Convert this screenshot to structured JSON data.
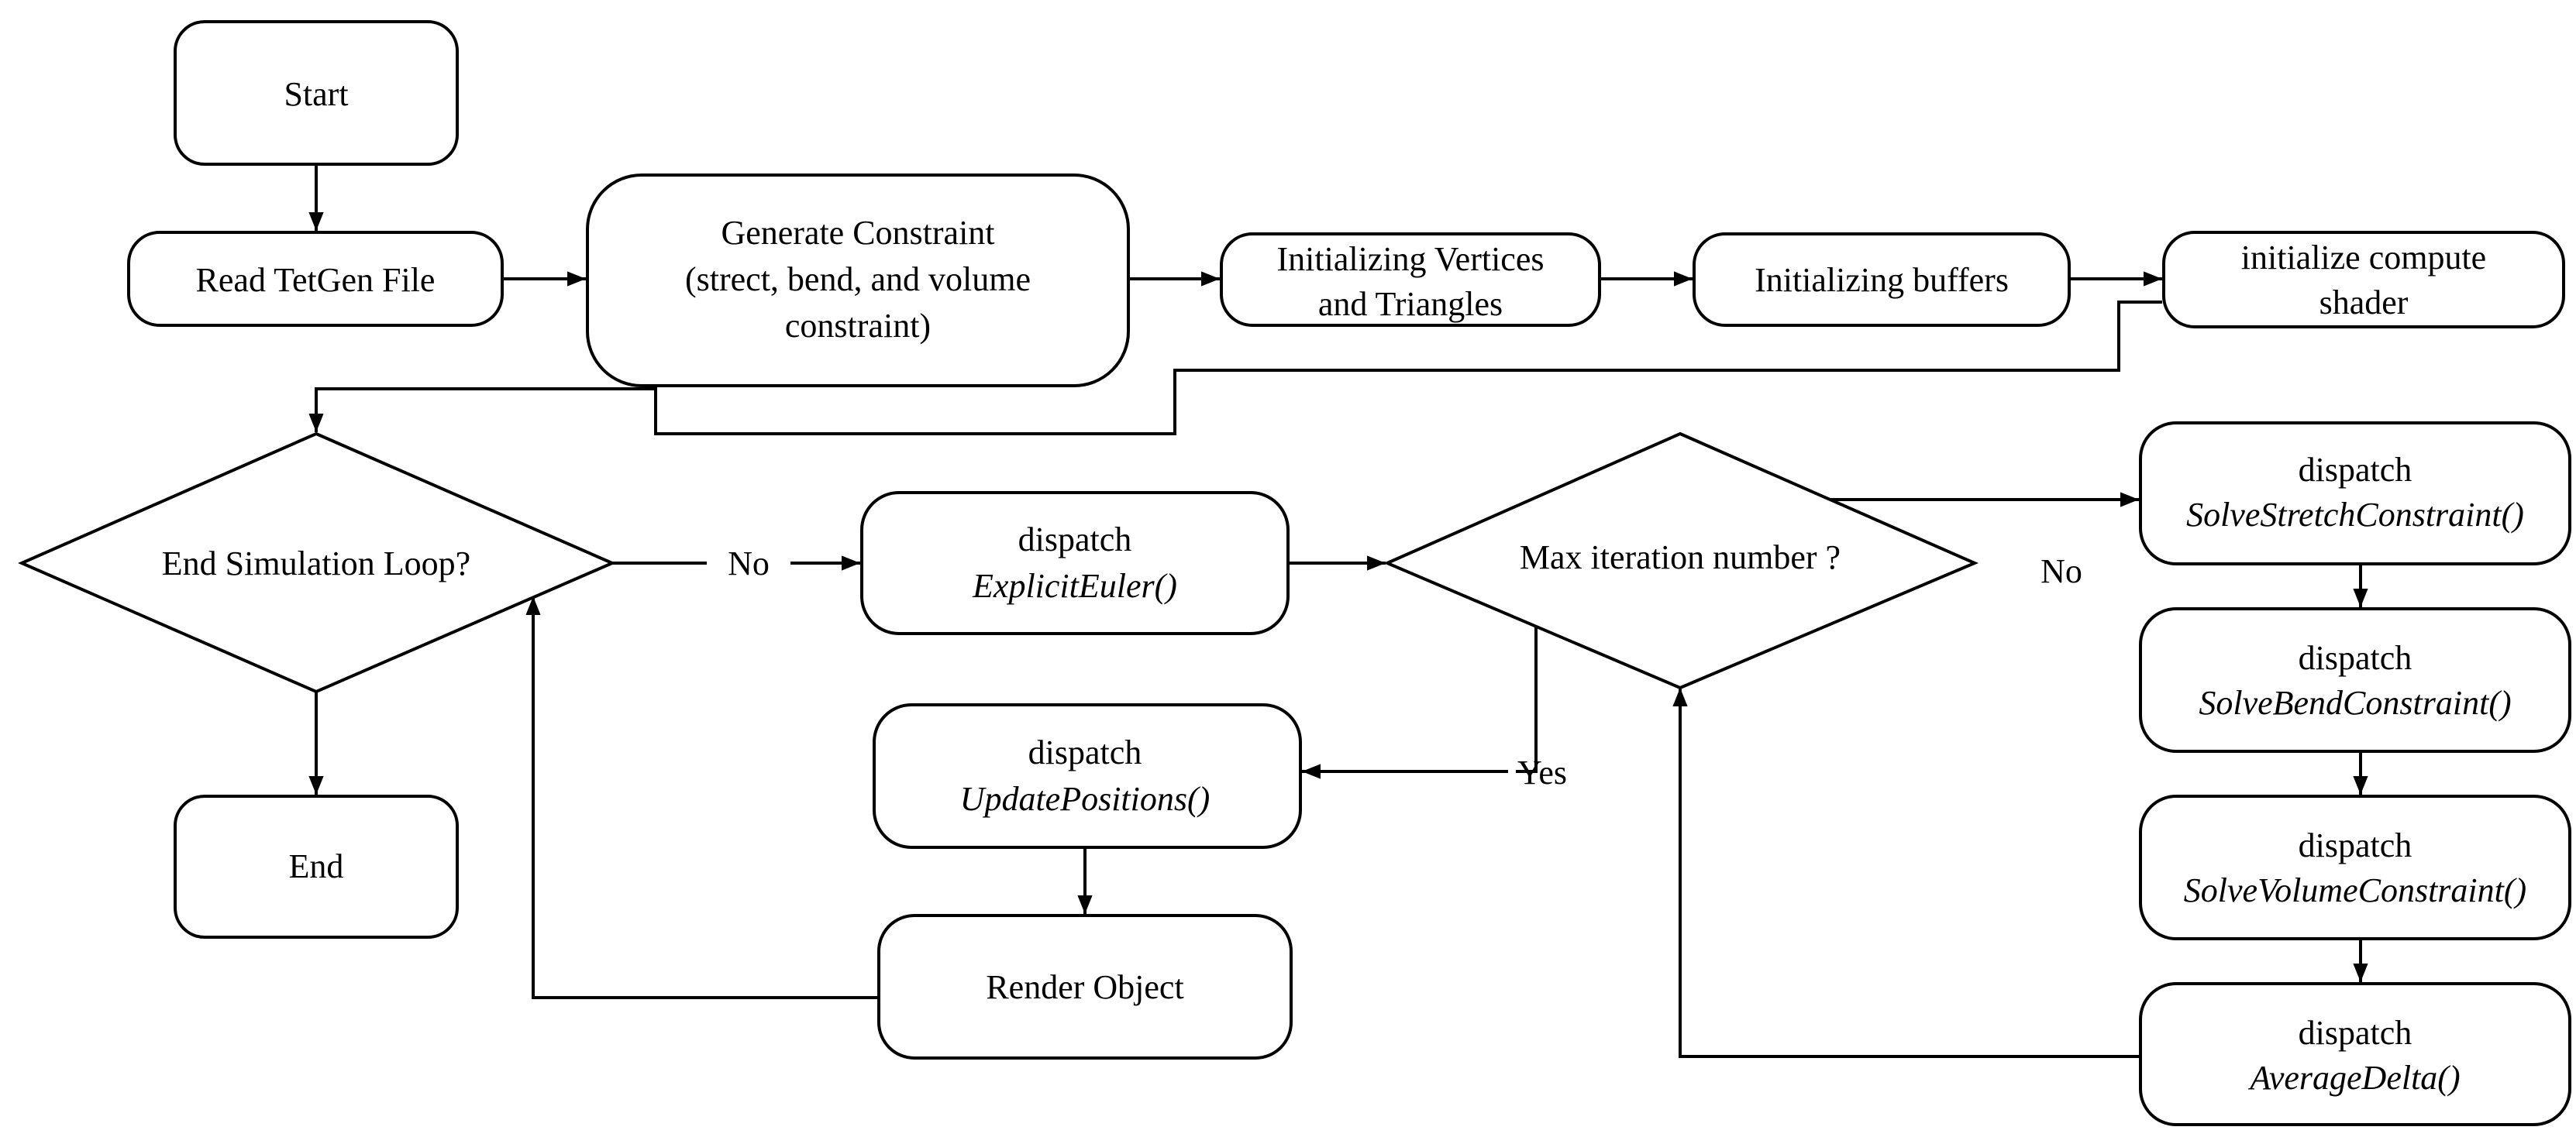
{
  "nodes": {
    "start": {
      "lines": [
        "Start"
      ]
    },
    "read_tetgen": {
      "lines": [
        "Read TetGen File"
      ]
    },
    "generate_constraint": {
      "lines": [
        "Generate Constraint",
        "(strect, bend, and volume",
        "constraint)"
      ]
    },
    "init_vertices": {
      "lines": [
        "Initializing Vertices",
        "and Triangles"
      ]
    },
    "init_buffers": {
      "lines": [
        "Initializing buffers"
      ]
    },
    "init_compute": {
      "lines": [
        "initialize compute",
        "shader"
      ]
    },
    "end_loop": {
      "lines": [
        "End Simulation Loop?"
      ]
    },
    "explicit_euler": {
      "lines": [
        "dispatch"
      ],
      "italic": "ExplicitEuler()"
    },
    "max_iter": {
      "lines": [
        "Max iteration number ?"
      ]
    },
    "stretch": {
      "lines": [
        "dispatch"
      ],
      "italic": "SolveStretchConstraint()"
    },
    "bend": {
      "lines": [
        "dispatch"
      ],
      "italic": "SolveBendConstraint()"
    },
    "volume": {
      "lines": [
        "dispatch"
      ],
      "italic": "SolveVolumeConstraint()"
    },
    "average": {
      "lines": [
        "dispatch"
      ],
      "italic": "AverageDelta()"
    },
    "update_positions": {
      "lines": [
        "dispatch"
      ],
      "italic": "UpdatePositions()"
    },
    "render": {
      "lines": [
        "Render Object"
      ]
    },
    "end": {
      "lines": [
        "End"
      ]
    }
  },
  "edge_labels": {
    "loop_no": "No",
    "iter_no": "No",
    "iter_yes": "Yes"
  },
  "colors": {
    "stroke": "#000000",
    "fill": "#ffffff",
    "text": "#000000"
  }
}
